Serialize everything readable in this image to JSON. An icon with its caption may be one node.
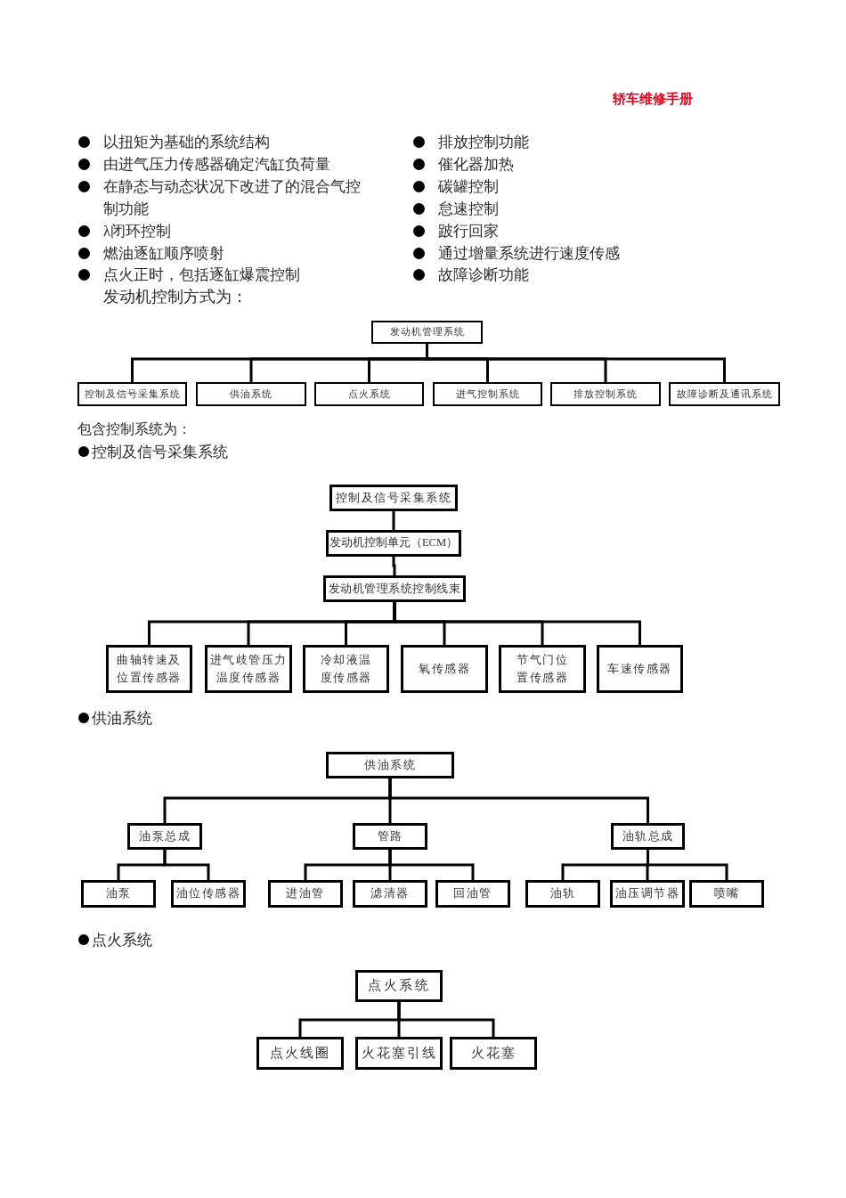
{
  "diagram": {
    "nodes": [
      {
        "text": [
          "发动机管理系统"
        ]
      },
      {
        "text": [
          "控制及信号采集系统"
        ]
      },
      {
        "text": [
          "供油系统"
        ]
      },
      {
        "text": [
          "点火系统"
        ]
      },
      {
        "text": [
          "进气控制系统"
        ]
      },
      {
        "text": [
          "排放控制系统"
        ]
      },
      {
        "text": [
          "故障诊断及通讯系统"
        ]
      },
      {
        "text": [
          "控制及信号采集系统"
        ]
      },
      {
        "text": [
          "发动机控制单元（ECM）"
        ]
      },
      {
        "text": [
          "发动机管理系统控制线束"
        ]
      },
      {
        "text": [
          "曲轴转速及位置传感器"
        ]
      },
      {
        "text": [
          "进气歧管压力温度传感器"
        ]
      },
      {
        "text": [
          "冷却液温度传感器"
        ]
      },
      {
        "text": [
          "氧传感器"
        ]
      },
      {
        "text": [
          "节气门位置传感器"
        ]
      },
      {
        "text": [
          "车速传感器"
        ]
      },
      {
        "text": [
          "供油系统"
        ]
      },
      {
        "text": [
          "油泵总成"
        ]
      },
      {
        "text": [
          "管路"
        ]
      },
      {
        "text": [
          "油轨总成"
        ]
      },
      {
        "text": [
          "油泵"
        ]
      },
      {
        "text": [
          "油位传感器"
        ]
      },
      {
        "text": [
          "进油管"
        ]
      },
      {
        "text": [
          "滤清器"
        ]
      },
      {
        "text": [
          "回油管"
        ]
      },
      {
        "text": [
          "油轨"
        ]
      },
      {
        "text": [
          "油压调节器"
        ]
      },
      {
        "text": [
          "喷嘴"
        ]
      },
      {
        "text": [
          "点火系统"
        ]
      },
      {
        "text": [
          "点火线圈"
        ]
      },
      {
        "text": [
          "火花塞引线"
        ]
      },
      {
        "text": [
          "火花塞"
        ]
      }
    ],
    "edges": [
      {
        "from": 0,
        "to": 1,
        "arrow": "none"
      },
      {
        "from": 0,
        "to": 2,
        "arrow": "none"
      },
      {
        "from": 0,
        "to": 3,
        "arrow": "none"
      },
      {
        "from": 0,
        "to": 4,
        "arrow": "none"
      },
      {
        "from": 0,
        "to": 5,
        "arrow": "none"
      },
      {
        "from": 0,
        "to": 6,
        "arrow": "none"
      },
      {
        "from": 7,
        "to": 8,
        "arrow": "none"
      },
      {
        "from": 8,
        "to": 9,
        "arrow": "none"
      },
      {
        "from": 9,
        "to": 10,
        "arrow": "none"
      },
      {
        "from": 9,
        "to": 11,
        "arrow": "none"
      },
      {
        "from": 9,
        "to": 12,
        "arrow": "none"
      },
      {
        "from": 9,
        "to": 13,
        "arrow": "none"
      },
      {
        "from": 9,
        "to": 14,
        "arrow": "none"
      },
      {
        "from": 9,
        "to": 15,
        "arrow": "none"
      },
      {
        "from": 16,
        "to": 17,
        "arrow": "none"
      },
      {
        "from": 16,
        "to": 18,
        "arrow": "none"
      },
      {
        "from": 16,
        "to": 19,
        "arrow": "none"
      },
      {
        "from": 17,
        "to": 20,
        "arrow": "none"
      },
      {
        "from": 17,
        "to": 21,
        "arrow": "none"
      },
      {
        "from": 18,
        "to": 22,
        "arrow": "none"
      },
      {
        "from": 18,
        "to": 23,
        "arrow": "none"
      },
      {
        "from": 18,
        "to": 24,
        "arrow": "none"
      },
      {
        "from": 19,
        "to": 25,
        "arrow": "none"
      },
      {
        "from": 19,
        "to": 26,
        "arrow": "none"
      },
      {
        "from": 19,
        "to": 27,
        "arrow": "none"
      },
      {
        "from": 28,
        "to": 29,
        "arrow": "none"
      },
      {
        "from": 28,
        "to": 30,
        "arrow": "none"
      },
      {
        "from": 28,
        "to": 31,
        "arrow": "none"
      }
    ],
    "labels": [
      "轿车维修手册",
      "以扭矩为基础的系统结构",
      "由进气压力传感器确定汽缸负荷量",
      "在静态与动态状况下改进了的混合气控制功能",
      "λ闭环控制",
      "燃油逐缸顺序喷射",
      "点火正时，包括逐缸爆震控制",
      "排放控制功能",
      "催化器加热",
      "碳罐控制",
      "怠速控制",
      "跛行回家",
      "通过增量系统进行速度传感",
      "故障诊断功能",
      "发动机控制方式为：",
      "包含控制系统为：",
      "控制及信号采集系统",
      "供油系统",
      "点火系统"
    ]
  }
}
